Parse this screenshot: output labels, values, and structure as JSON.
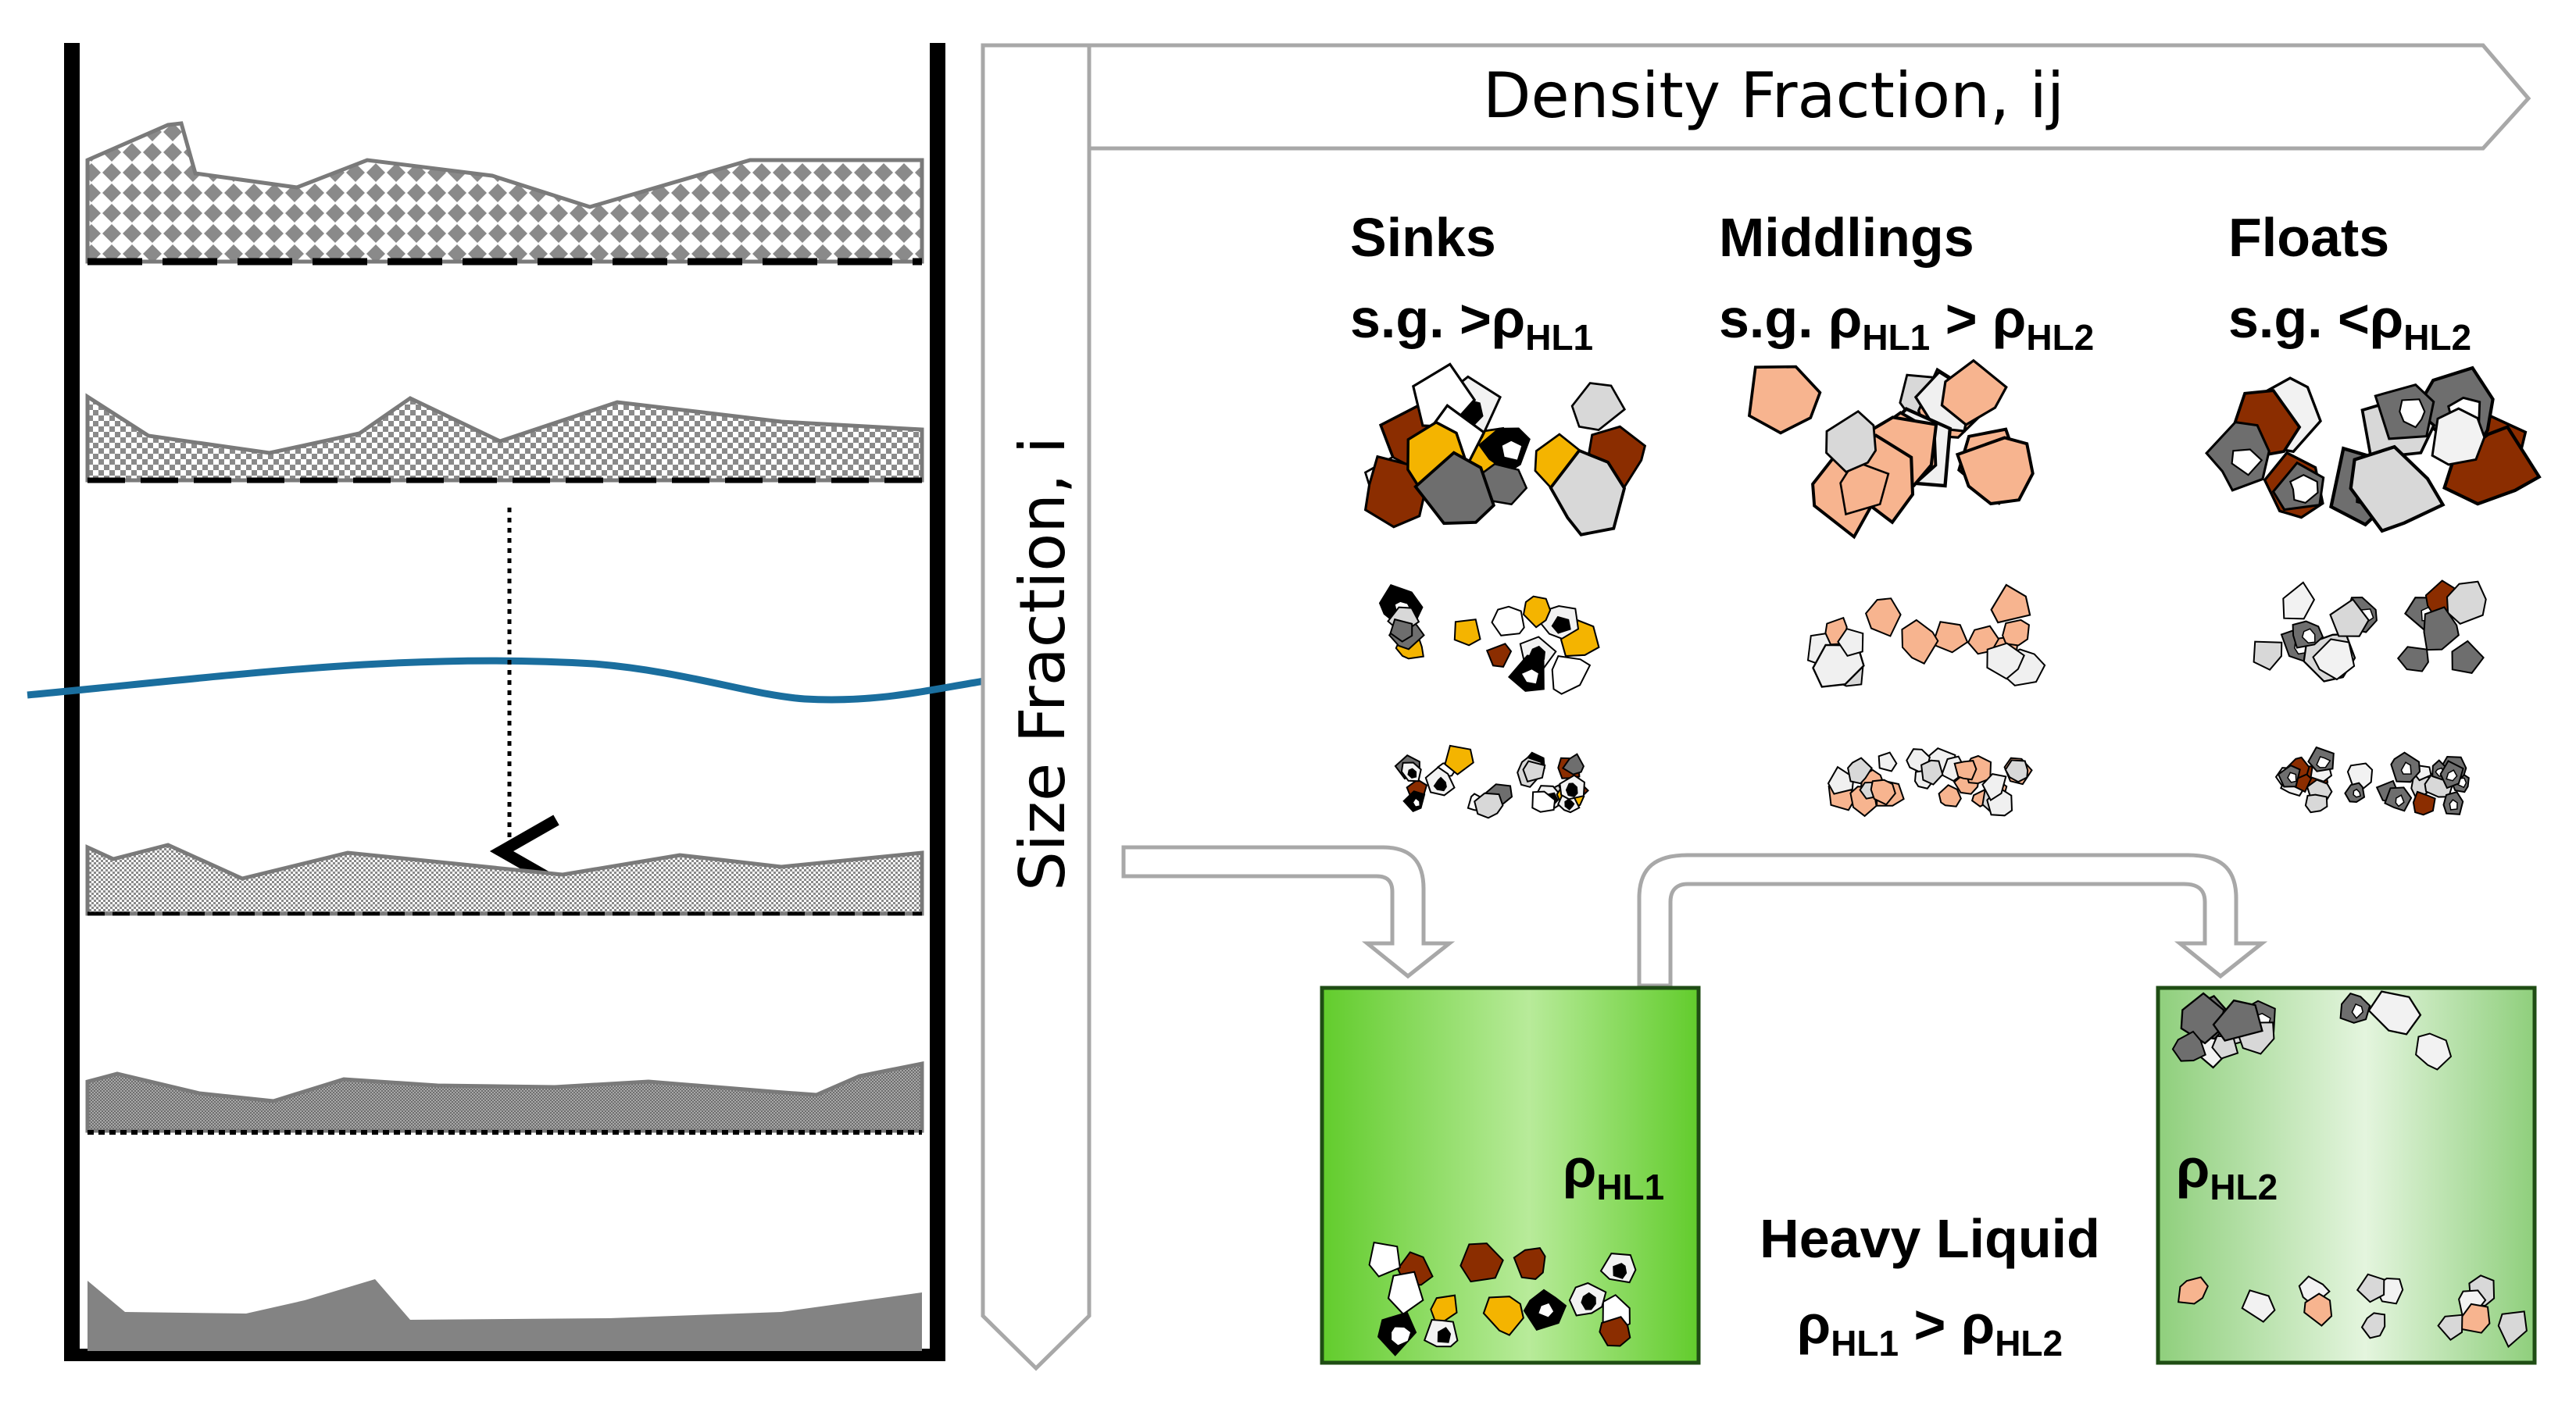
{
  "density_axis": {
    "label": "Density Fraction, ij"
  },
  "size_axis": {
    "label": "Size Fraction, i"
  },
  "columns": {
    "sinks": {
      "title": "Sinks",
      "sg_prefix": "s.g. >",
      "rho": "ρ",
      "sub": "HL1"
    },
    "middlings": {
      "title": "Middlings",
      "sg_prefix": "s.g. ",
      "rho1": "ρ",
      "sub1": "HL1",
      "op": " > ",
      "rho2": "ρ",
      "sub2": "HL2"
    },
    "floats": {
      "title": "Floats",
      "sg_prefix": "s.g. <",
      "rho": "ρ",
      "sub": "HL2"
    }
  },
  "tank1": {
    "rho": "ρ",
    "sub": "HL1"
  },
  "tank2": {
    "rho": "ρ",
    "sub": "HL2"
  },
  "heavy_liquid": {
    "title": "Heavy Liquid",
    "rho1": "ρ",
    "sub1": "HL1",
    "op": " > ",
    "rho2": "ρ",
    "sub2": "HL2"
  },
  "colors": {
    "water": "#1a6e9e",
    "gold": "#f4b400",
    "brown": "#8b2d00",
    "salmon": "#f7b48f",
    "dark_gray": "#6e6e6e",
    "light_gray": "#d8d8d8",
    "liquid_green": "#6fd13c",
    "liquid_green_light": "#9bd58a"
  }
}
